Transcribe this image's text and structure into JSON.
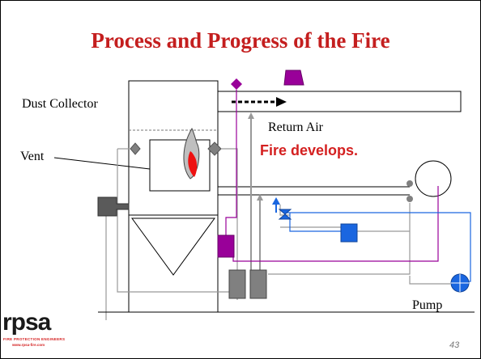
{
  "slide": {
    "title": "Process and Progress of the Fire",
    "page_number": "43"
  },
  "labels": {
    "dust_collector": "Dust Collector",
    "return_air": "Return Air",
    "vent": "Vent",
    "pump": "Pump",
    "caption": "Fire develops."
  },
  "logo": {
    "word": "rpsa",
    "tagline": "FIRE PROTECTION ENGINEERS",
    "url": "www.rpsa-fire.com"
  },
  "colors": {
    "title": "#c41e1e",
    "caption": "#d42020",
    "purple": "#990099",
    "blue": "#1a66e0",
    "gray": "#808080",
    "flame_red": "#ee1111"
  }
}
